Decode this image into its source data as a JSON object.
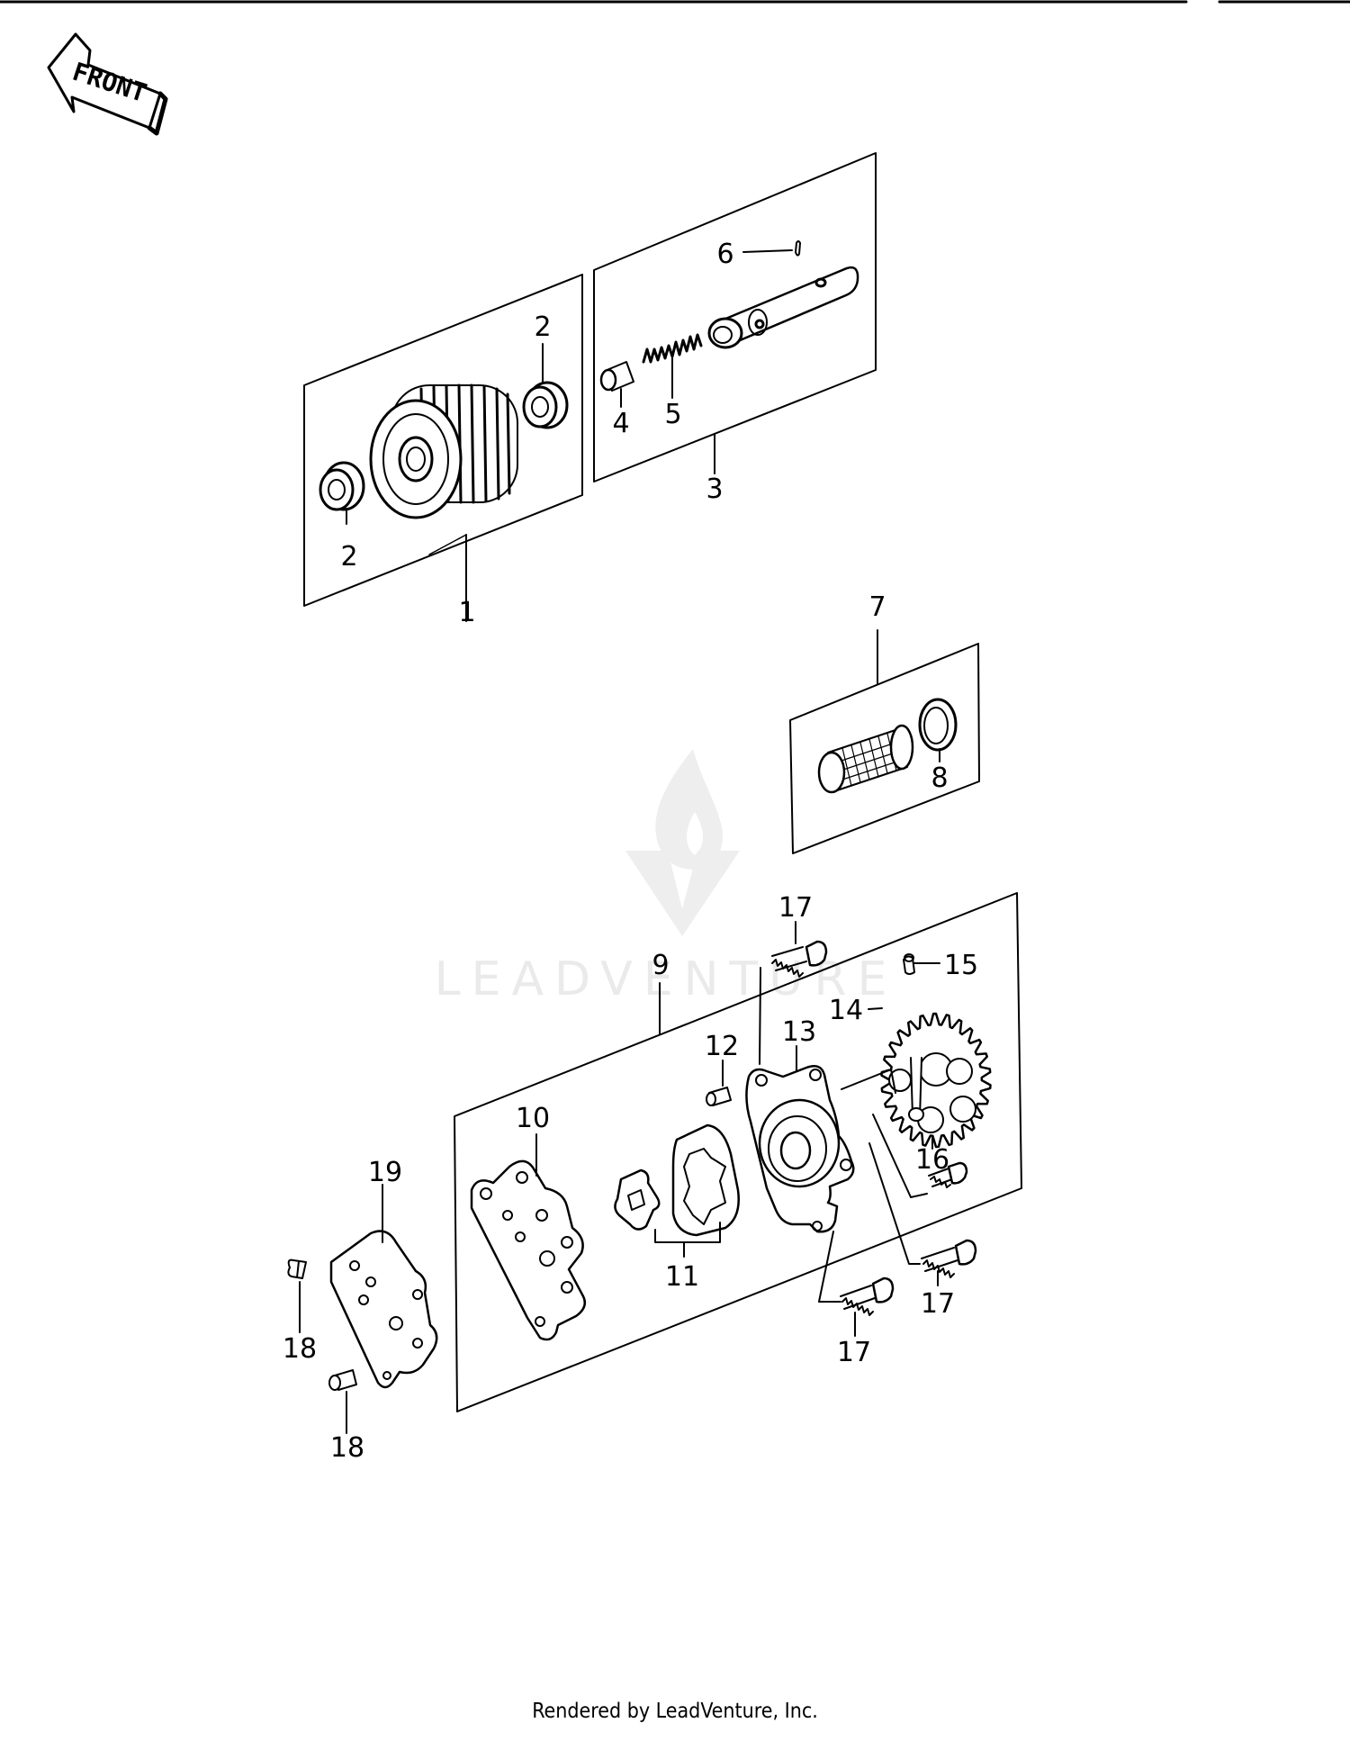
{
  "orientation": {
    "label": "FRONT"
  },
  "watermark": {
    "text": "LEADVENTURE"
  },
  "callouts": {
    "c1": "1",
    "c2a": "2",
    "c2b": "2",
    "c3": "3",
    "c4": "4",
    "c5": "5",
    "c6": "6",
    "c7": "7",
    "c8": "8",
    "c9": "9",
    "c10": "10",
    "c11": "11",
    "c12": "12",
    "c13": "13",
    "c14": "14",
    "c15": "15",
    "c16": "16",
    "c17a": "17",
    "c17b": "17",
    "c17c": "17",
    "c18a": "18",
    "c18b": "18",
    "c19": "19"
  },
  "footer": {
    "text": "Rendered by LeadVenture, Inc."
  },
  "colors": {
    "line": "#000000",
    "watermark": "#e6e6e6",
    "background": "#ffffff"
  }
}
